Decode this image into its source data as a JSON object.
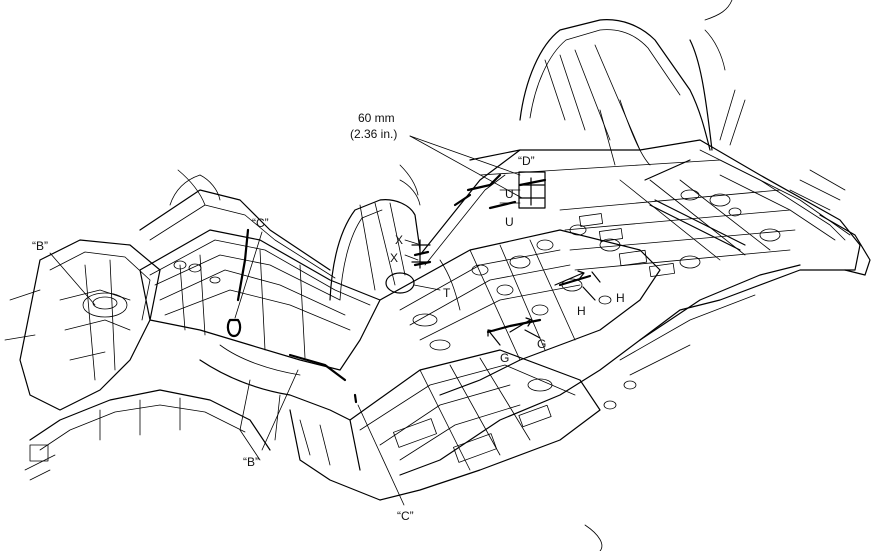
{
  "diagram": {
    "labels": {
      "dimension_mm": "60 mm",
      "dimension_in": "(2.36 in.)",
      "view_b_left": "“B”",
      "view_b_bottom": "“B”",
      "view_c_top": "“C”",
      "view_c_bottom": "“C”",
      "view_d": "“D”",
      "mark_x_1": "X",
      "mark_x_2": "X",
      "mark_u_1": "U",
      "mark_u_2": "U",
      "mark_t": "T",
      "mark_g_1": "G",
      "mark_g_2": "G",
      "mark_h_1": "H",
      "mark_h_2": "H"
    }
  }
}
